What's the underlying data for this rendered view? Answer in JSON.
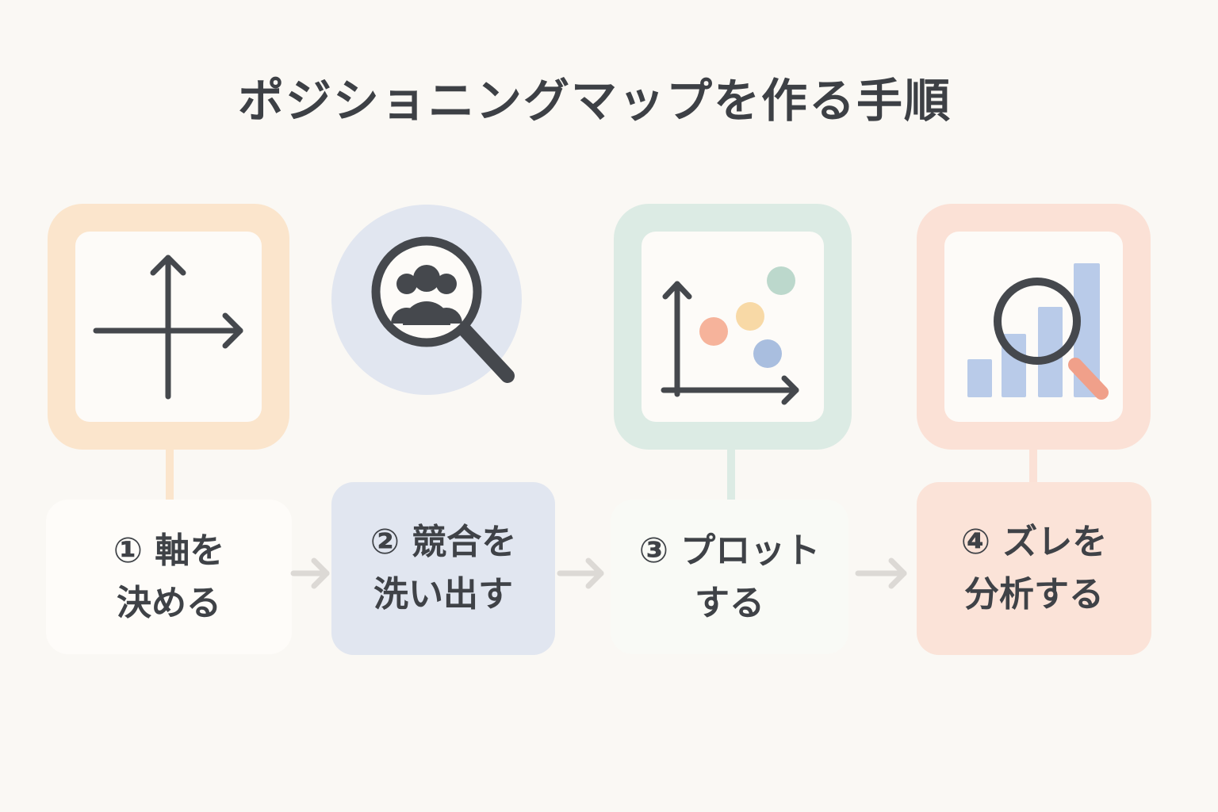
{
  "title": "ポジショニングマップを作る手順",
  "steps": [
    {
      "line1": "① 軸を",
      "line2": "決める",
      "icon": "axes-arrows-icon",
      "frame_color": "#fbe5cc",
      "label_bg": "#fefcf9"
    },
    {
      "line1": "② 競合を",
      "line2": "洗い出す",
      "icon": "magnifier-people-icon",
      "frame_color": "#e1e6f0",
      "label_bg": "#e1e6f0"
    },
    {
      "line1": "③ プロット",
      "line2": "する",
      "icon": "scatter-plot-icon",
      "frame_color": "#dcebe4",
      "label_bg": "#f9faf6"
    },
    {
      "line1": "④ ズレを",
      "line2": "分析する",
      "icon": "bar-chart-magnifier-icon",
      "frame_color": "#fbe1d6",
      "label_bg": "#fbe3d8"
    }
  ],
  "colors": {
    "background": "#faf8f4",
    "icon_dark": "#45484d",
    "arrow": "#dcd9d5",
    "dot_orange": "#f6b39b",
    "dot_yellow": "#f8d9a6",
    "dot_blue": "#a9bedf",
    "dot_green": "#bcd8cc",
    "bar_blue": "#b9cbe9"
  }
}
